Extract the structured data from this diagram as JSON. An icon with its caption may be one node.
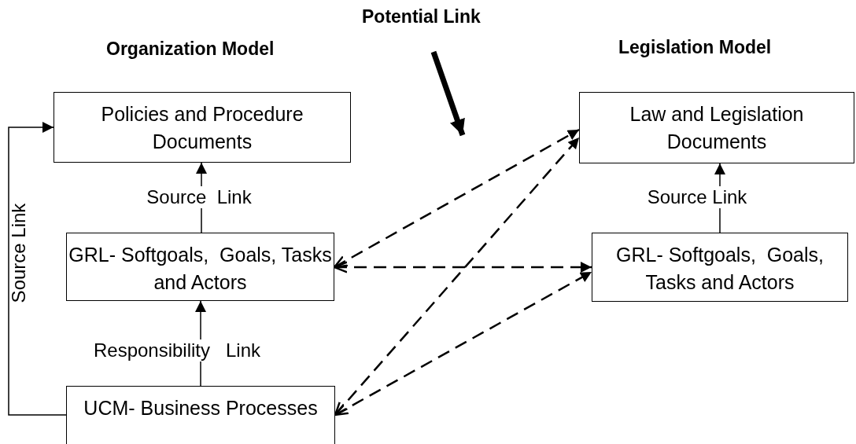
{
  "diagram": {
    "nodes": [
      {
        "text": [
          "Policies and Procedure Documents"
        ]
      },
      {
        "text": [
          "GRL- Softgoals,  Goals, Tasks and Actors"
        ]
      },
      {
        "text": [
          "UCM- Business Processes"
        ]
      },
      {
        "text": [
          "Law and Legislation Documents"
        ]
      },
      {
        "text": [
          "GRL- Softgoals,  Goals, Tasks and Actors"
        ]
      }
    ],
    "edges": [
      {
        "from": 1,
        "to": 0,
        "arrow": "to",
        "label": "Source  Link"
      },
      {
        "from": 2,
        "to": 1,
        "arrow": "to",
        "label": "Responsibility   Link"
      },
      {
        "from": 2,
        "to": 0,
        "arrow": "to",
        "label": "Source Link"
      },
      {
        "from": 4,
        "to": 3,
        "arrow": "to",
        "label": "Source Link"
      },
      {
        "from": 1,
        "to": 3,
        "arrow": "both",
        "style": "dashed"
      },
      {
        "from": 1,
        "to": 4,
        "arrow": "both",
        "style": "dashed"
      },
      {
        "from": 2,
        "to": 3,
        "arrow": "both",
        "style": "dashed"
      },
      {
        "from": 2,
        "to": 4,
        "arrow": "both",
        "style": "dashed"
      }
    ],
    "labels": [
      "Potential Link",
      "Organization Model",
      "Legislation Model"
    ]
  }
}
